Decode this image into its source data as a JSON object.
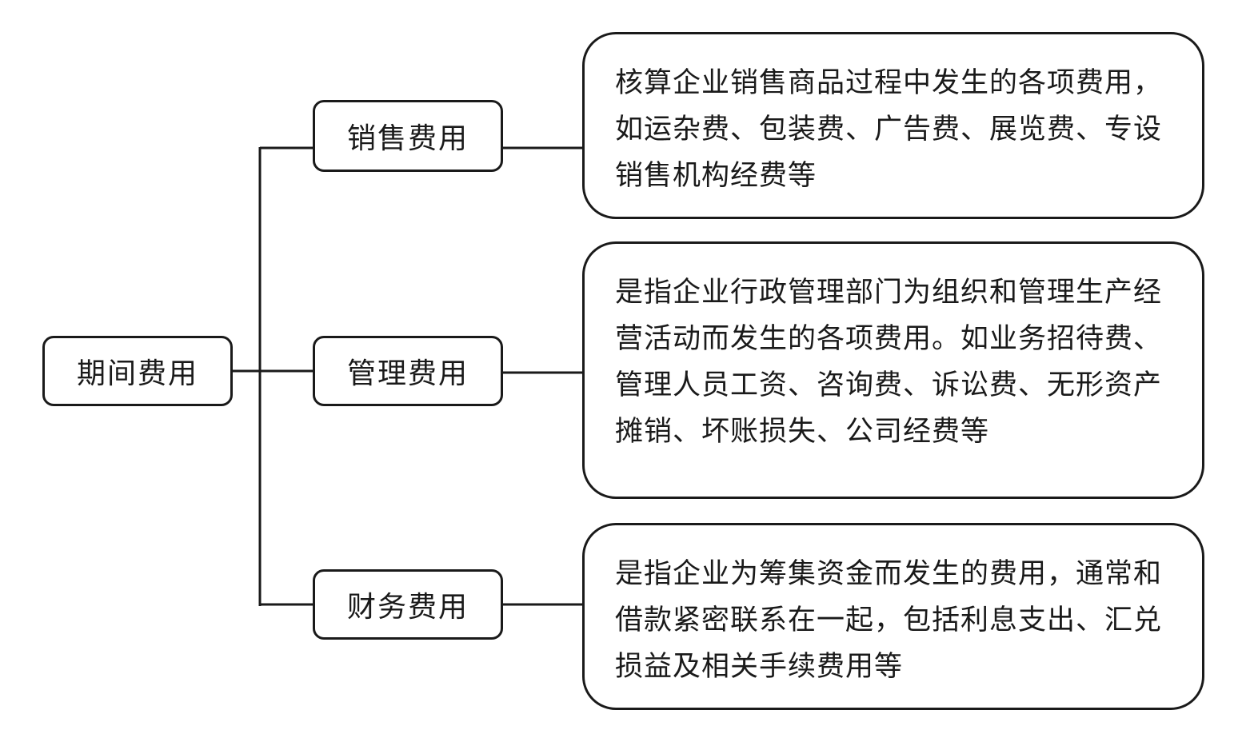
{
  "diagram": {
    "type": "tree",
    "root": {
      "label": "期间费用"
    },
    "branches": [
      {
        "label": "销售费用",
        "description": "核算企业销售商品过程中发生的各项费用，如运杂费、包装费、广告费、展览费、专设销售机构经费等"
      },
      {
        "label": "管理费用",
        "description": "是指企业行政管理部门为组织和管理生产经营活动而发生的各项费用。如业务招待费、管理人员工资、咨询费、诉讼费、无形资产摊销、坏账损失、公司经费等"
      },
      {
        "label": "财务费用",
        "description": "是指企业为筹集资金而发生的费用，通常和借款紧密联系在一起，包括利息支出、汇兑损益及相关手续费用等"
      }
    ],
    "colors": {
      "line": "#1a1a1a",
      "background": "#ffffff",
      "text": "#1a1a1a"
    }
  }
}
